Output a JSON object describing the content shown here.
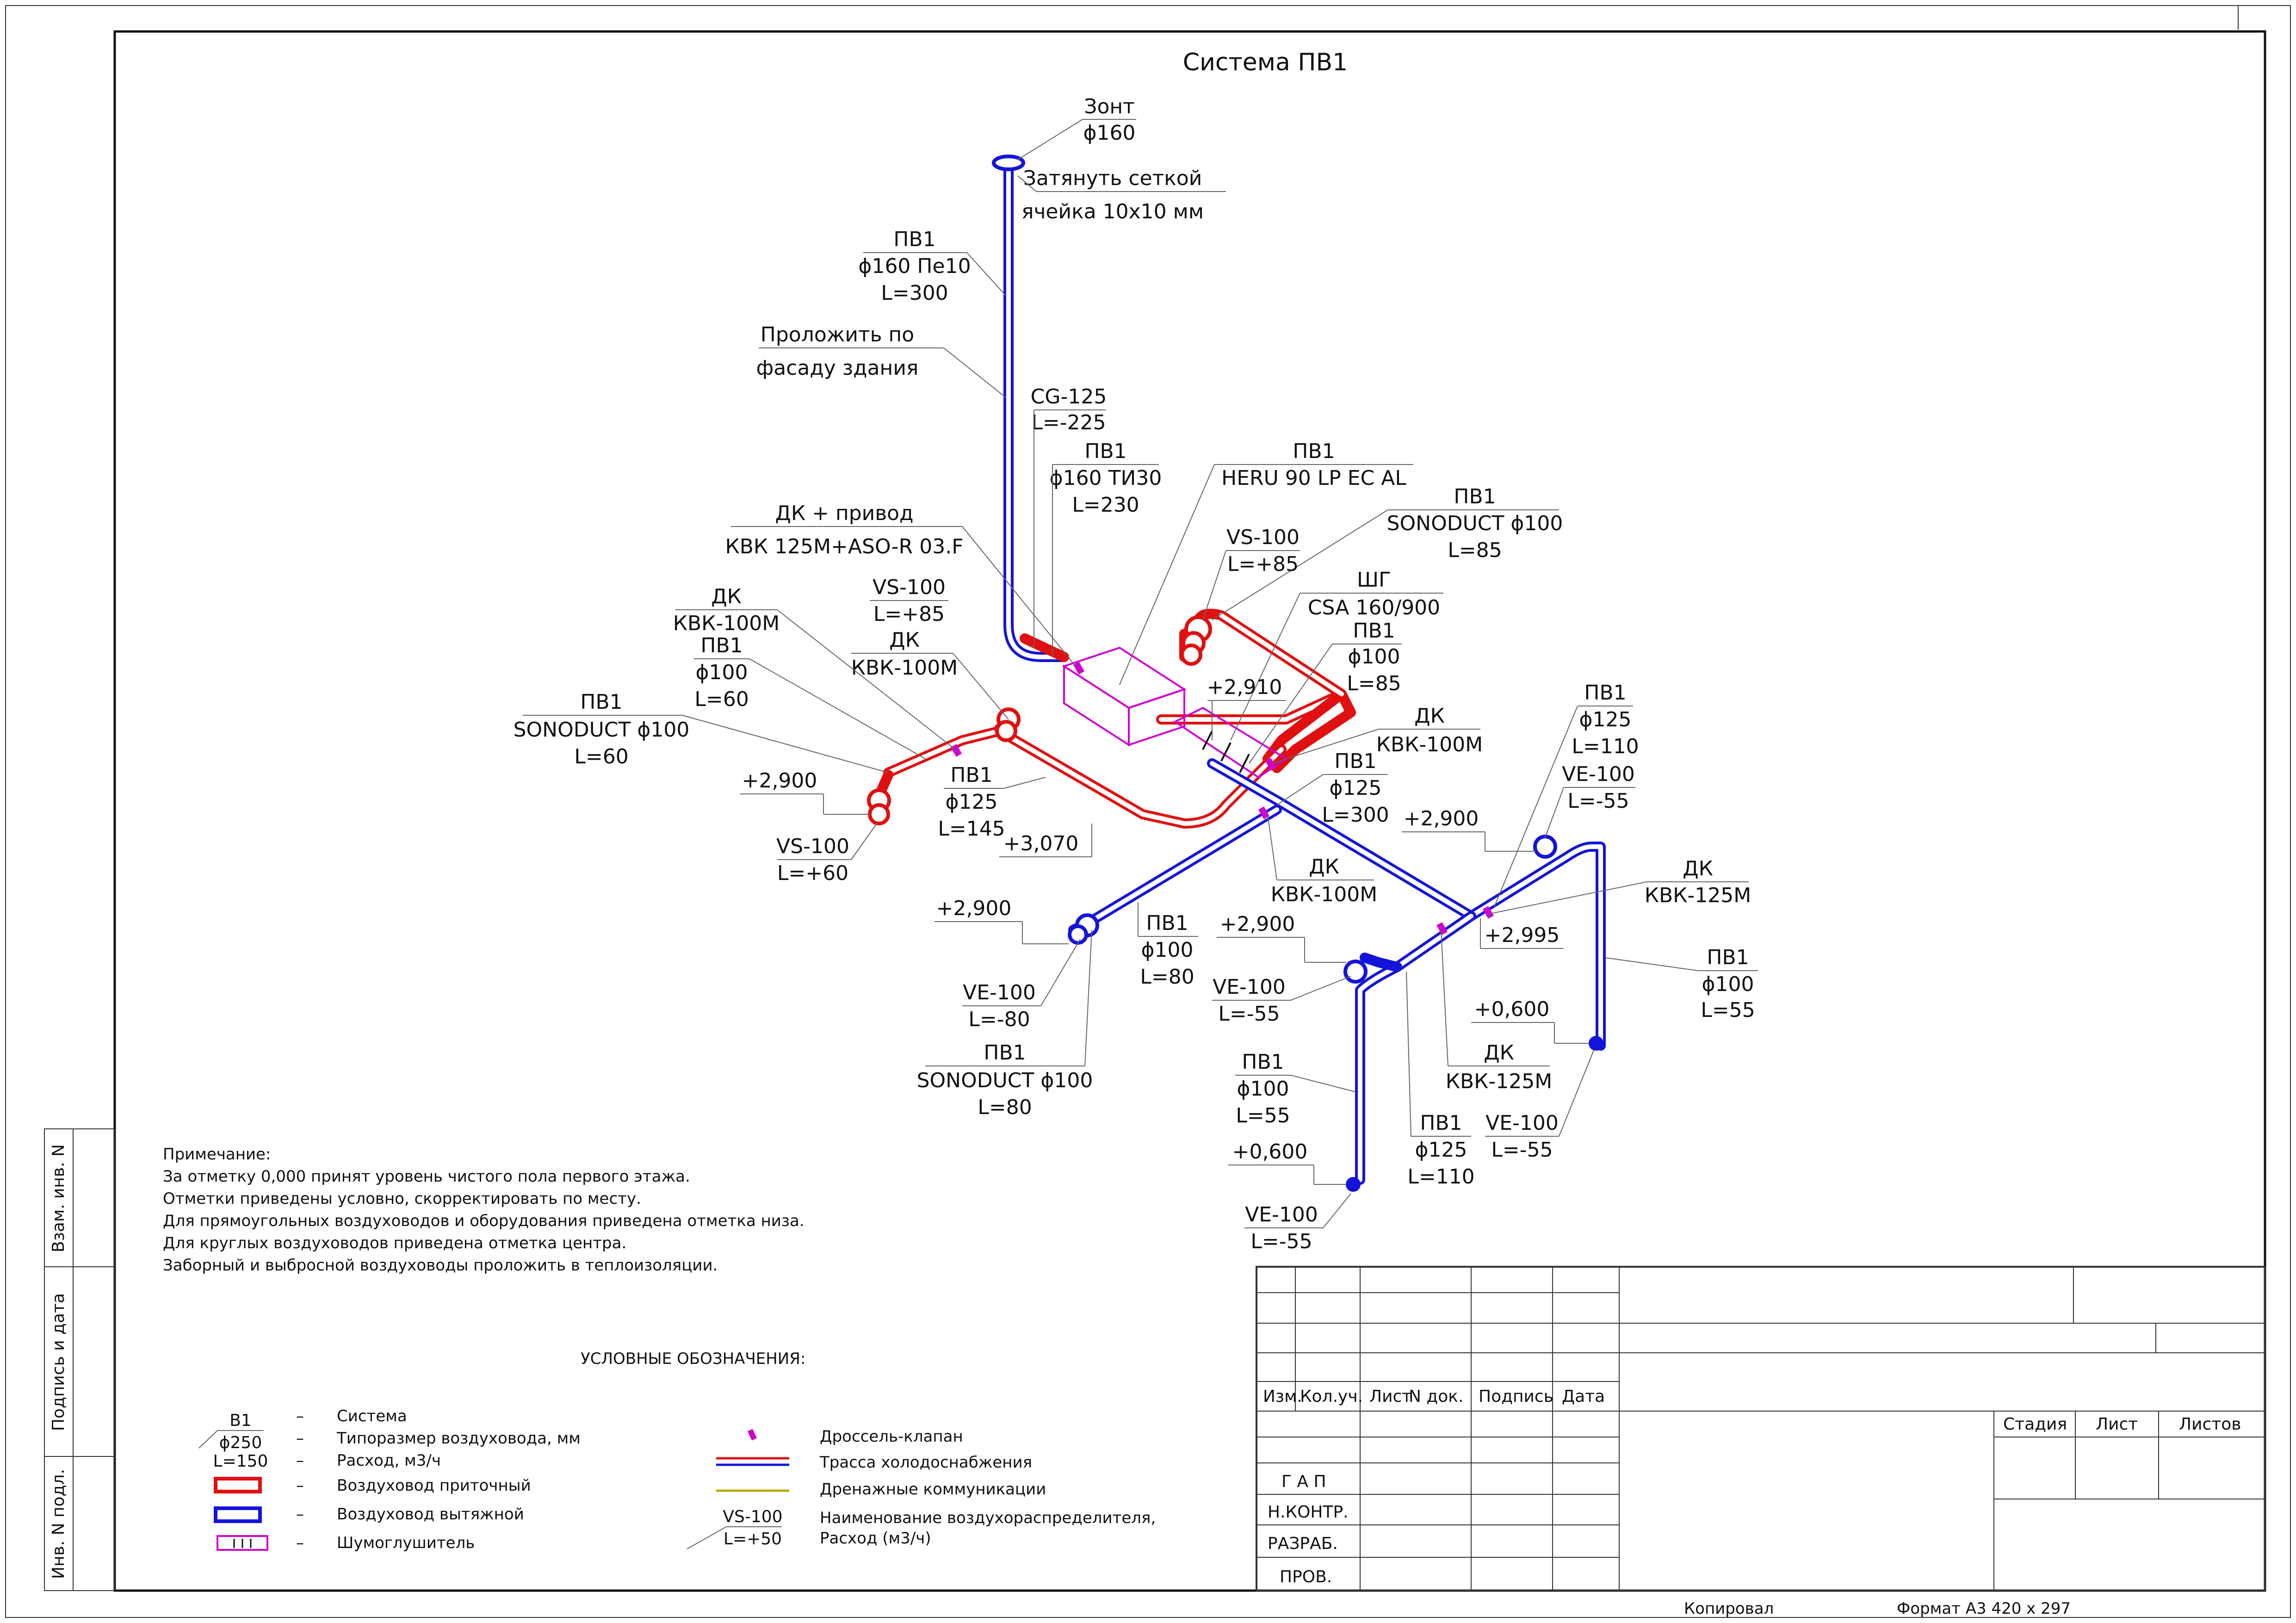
{
  "title": "Система ПВ1",
  "colors": {
    "supply": "#e01010",
    "exhaust": "#1414d8",
    "muffler": "#d000d0",
    "cooling_red": "#e01010",
    "cooling_blue": "#1414d8",
    "drain": "#b8a800"
  },
  "labels": {
    "zont": [
      "Зонт",
      "ϕ160"
    ],
    "setka": [
      "Затянуть сеткой",
      "ячейка 10х10 мм"
    ],
    "pv1_160_pe": [
      "ПВ1",
      "ϕ160 Пе10",
      "L=300"
    ],
    "fasad": [
      "Проложить по",
      "фасаду здания"
    ],
    "cg125": [
      "CG-125",
      "L=-225"
    ],
    "pv1_160_ti": [
      "ПВ1",
      "ϕ160 ТИ30",
      "L=230"
    ],
    "heru": [
      "ПВ1",
      "HERU 90 LP EC AL"
    ],
    "dk_privod": [
      "ДК + привод",
      "КВК 125М+ASO-R 03.F"
    ],
    "sonoduct_85": [
      "ПВ1",
      "SONODUCT ϕ100",
      "L=85"
    ],
    "vs100_85a": [
      "VS-100",
      "L=+85"
    ],
    "vs100_85b": [
      "VS-100",
      "L=+85"
    ],
    "dk_100m_a": [
      "ДК",
      "КВК-100М"
    ],
    "dk_100m_b": [
      "ДК",
      "КВК-100М"
    ],
    "shg": [
      "ШГ",
      "CSA 160/900"
    ],
    "pv1_100_85": [
      "ПВ1",
      "ϕ100",
      "L=85"
    ],
    "pv1_100_60": [
      "ПВ1",
      "ϕ100",
      "L=60"
    ],
    "sonoduct_60": [
      "ПВ1",
      "SONODUCT ϕ100",
      "L=60"
    ],
    "elev_2910": "+2,910",
    "dk_100m_c": [
      "ДК",
      "КВК-100М"
    ],
    "pv1_125_300": [
      "ПВ1",
      "ϕ125",
      "L=300"
    ],
    "elev_2900_a": "+2,900",
    "pv1_125_145": [
      "ПВ1",
      "ϕ125",
      "L=145"
    ],
    "elev_3070": "+3,070",
    "vs100_60": [
      "VS-100",
      "L=+60"
    ],
    "pv1_125_110_top": [
      "ПВ1",
      "ϕ125",
      "L=110"
    ],
    "ve100_55_top": [
      "VE-100",
      "L=-55"
    ],
    "elev_2900_b": "+2,900",
    "dk_125m_a": [
      "ДК",
      "КВК-125М"
    ],
    "elev_2900_c": "+2,900",
    "dk_100m_d": [
      "ДК",
      "КВК-100М"
    ],
    "elev_2900_d": "+2,900",
    "elev_2995": "+2,995",
    "pv1_100_80": [
      "ПВ1",
      "ϕ100",
      "L=80"
    ],
    "ve100_80": [
      "VE-100",
      "L=-80"
    ],
    "sonoduct_80": [
      "ПВ1",
      "SONODUCT ϕ100",
      "L=80"
    ],
    "ve100_55_mid": [
      "VE-100",
      "L=-55"
    ],
    "pv1_100_55_r": [
      "ПВ1",
      "ϕ100",
      "L=55"
    ],
    "elev_0600_a": "+0,600",
    "dk_125m_b": [
      "ДК",
      "КВК-125М"
    ],
    "pv1_100_55_l": [
      "ПВ1",
      "ϕ100",
      "L=55"
    ],
    "pv1_125_110_b": [
      "ПВ1",
      "ϕ125",
      "L=110"
    ],
    "ve100_55_r": [
      "VE-100",
      "L=-55"
    ],
    "elev_0600_b": "+0,600",
    "ve100_55_b": [
      "VE-100",
      "L=-55"
    ]
  },
  "notes": [
    "Примечание:",
    "За отметку 0,000 принят уровень чистого пола первого этажа.",
    "Отметки приведены условно, скорректировать по месту.",
    "Для прямоугольных воздуховодов и оборудования приведена отметка низа.",
    "Для круглых воздуховодов приведена отметка центра.",
    "Заборный и выбросной воздуховоды проложить в теплоизоляции."
  ],
  "legend": {
    "title": "УСЛОВНЫЕ ОБОЗНАЧЕНИЯ:",
    "sample_system": [
      "В1",
      "ϕ250",
      "L=150"
    ],
    "sample_vs": [
      "VS-100",
      "L=+50"
    ],
    "dash": "–",
    "left": [
      "Система",
      "Типоразмер воздуховода, мм",
      "Расход, м3/ч",
      "Воздуховод приточный",
      "Воздуховод вытяжной",
      "Шумоглушитель"
    ],
    "right": [
      "Дроссель-клапан",
      "Трасса холодоснабжения",
      "Дренажные коммуникации",
      "Наименование воздухораспределителя,",
      "Расход (м3/ч)"
    ]
  },
  "side_stamps": [
    "Взам. инв. N",
    "Подпись и дата",
    "Инв. N подл."
  ],
  "title_block": {
    "headers": [
      "Изм.",
      "Кол.уч.",
      "Лист",
      "N док.",
      "Подпись",
      "Дата"
    ],
    "roles": [
      "Г А П",
      "Н.КОНТР.",
      "РАЗРАБ.",
      "ПРОВ."
    ],
    "stage_headers": [
      "Стадия",
      "Лист",
      "Листов"
    ]
  },
  "footer": {
    "copied": "Копировал",
    "format": "Формат А3 420 х 297"
  }
}
